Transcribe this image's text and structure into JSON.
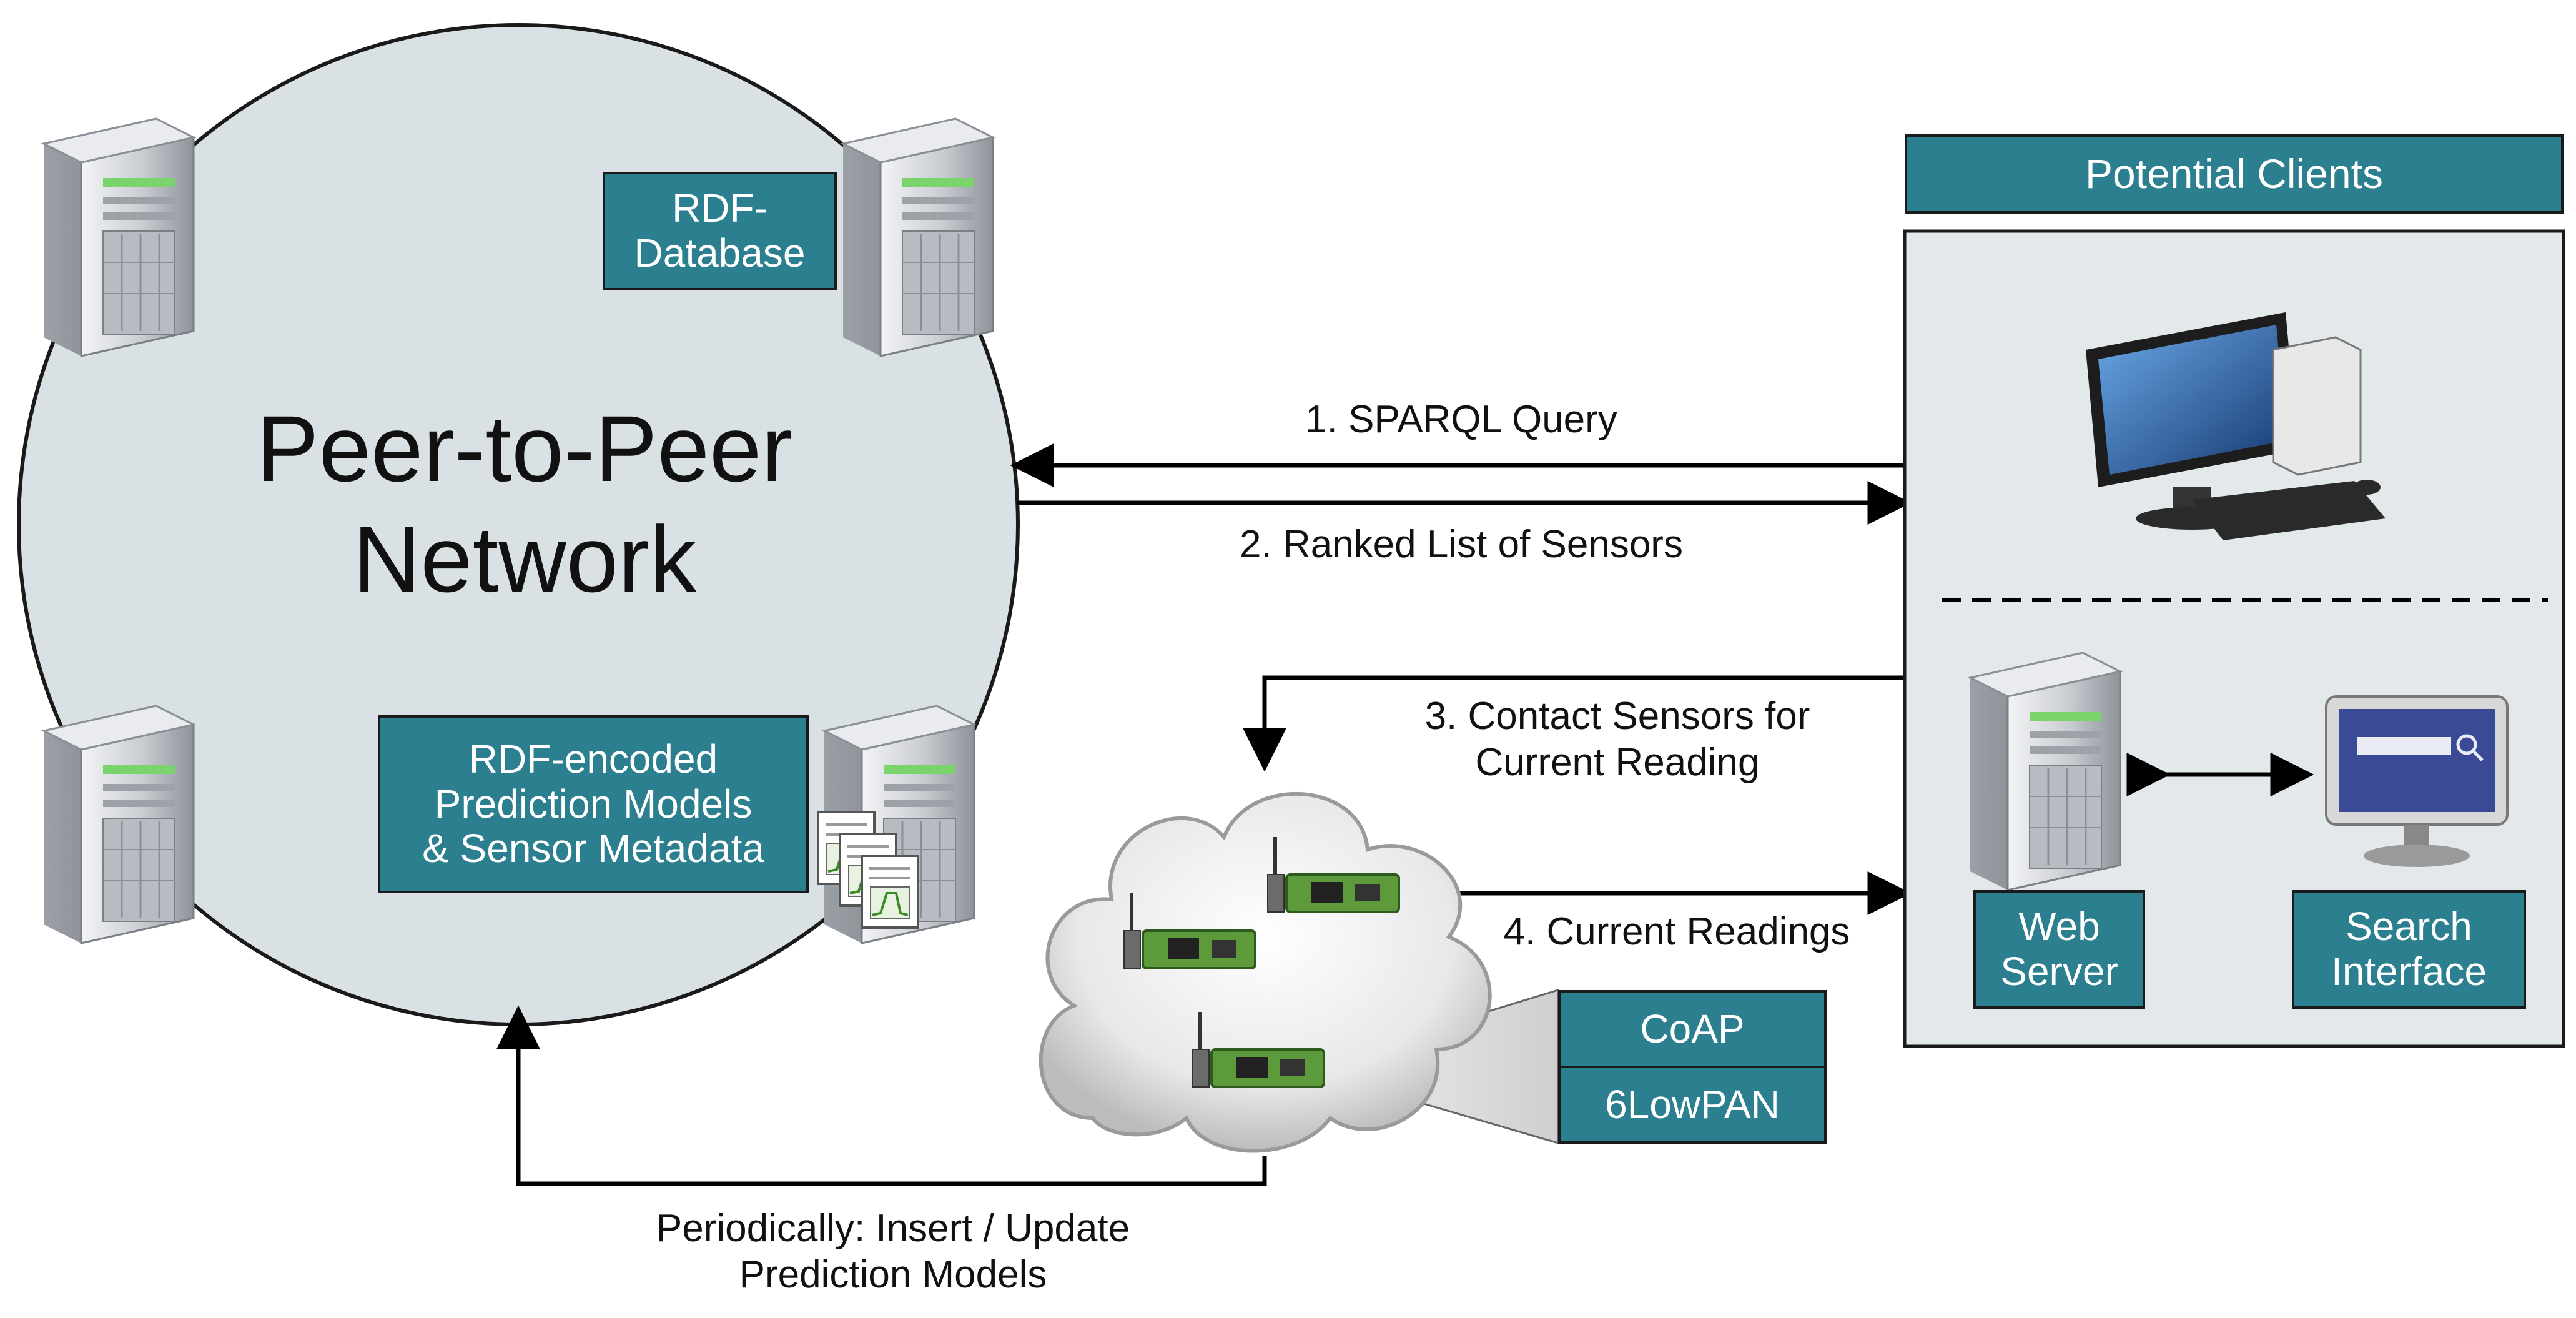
{
  "network": {
    "title_line1": "Peer-to-Peer",
    "title_line2": "Network",
    "db_label_line1": "RDF-",
    "db_label_line2": "Database",
    "models_label_line1": "RDF-encoded",
    "models_label_line2": "Prediction Models",
    "models_label_line3": "& Sensor Metadata"
  },
  "clients": {
    "header": "Potential Clients",
    "web_server_line1": "Web",
    "web_server_line2": "Server",
    "search_line1": "Search",
    "search_line2": "Interface"
  },
  "steps": {
    "query": "1. SPARQL Query",
    "ranked": "2. Ranked List of Sensors",
    "contact_line1": "3. Contact Sensors for",
    "contact_line2": "Current Reading",
    "readings": "4. Current Readings",
    "periodic_line1": "Periodically: Insert / Update",
    "periodic_line2": "Prediction Models"
  },
  "protocols": {
    "coap": "CoAP",
    "lowpan": "6LowPAN"
  },
  "colors": {
    "accent": "#2b7f8f",
    "network_fill": "#d9e1e4",
    "stroke": "#1a1a1a"
  }
}
